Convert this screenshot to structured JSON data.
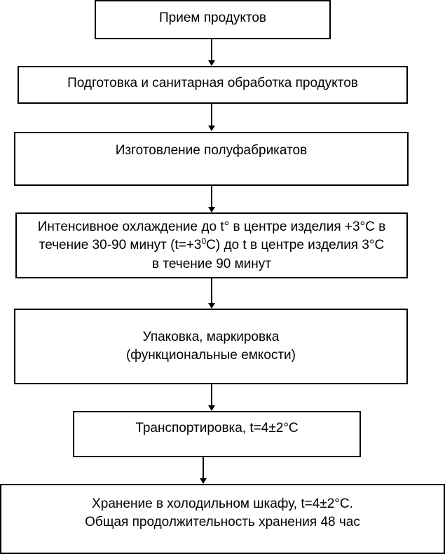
{
  "steps": [
    {
      "lines": [
        "Прием продуктов"
      ]
    },
    {
      "lines": [
        "Подготовка и санитарная обработка продуктов"
      ]
    },
    {
      "lines": [
        "Изготовление полуфабрикатов"
      ]
    },
    {
      "lines": [
        "Интенсивное охлаждение до t° в центре изделия +3°C в",
        "течение 30-90 минут  (t=+3",
        "C) до t в центре изделия 3°C",
        "в течение 90 минут"
      ],
      "sup": "0"
    },
    {
      "lines": [
        "Упаковка, маркировка",
        "(функциональные емкости)"
      ]
    },
    {
      "lines": [
        "Транспортировка, t=4±2°C"
      ]
    },
    {
      "lines": [
        "Хранение в холодильном шкафу, t=4±2°C.",
        "Общая продолжительность хранения 48 час"
      ]
    }
  ]
}
